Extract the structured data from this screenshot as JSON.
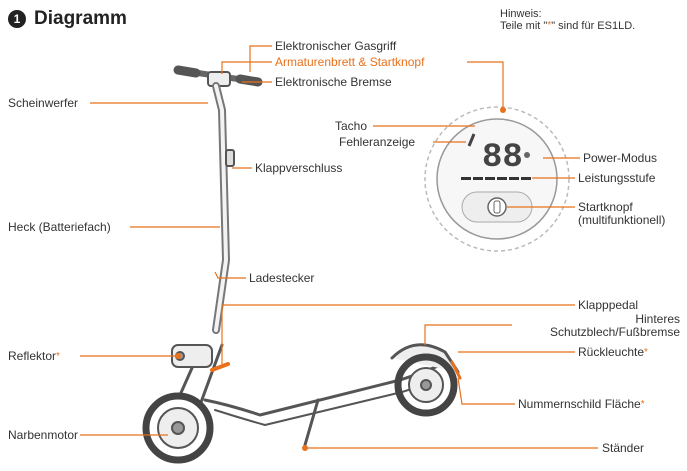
{
  "title": {
    "number": "1",
    "text": "Diagramm"
  },
  "hint": {
    "line1": "Hinweis:",
    "line2_pre": "Teile mit \"",
    "star": "*",
    "line2_post": "\" sind für ES1LD."
  },
  "labels": {
    "gasgriff": "Elektronischer Gasgriff",
    "armaturenbrett": "Armaturenbrett & Startknopf",
    "bremse": "Elektronische Bremse",
    "scheinwerfer": "Scheinwerfer",
    "klappverschluss": "Klappverschluss",
    "heck": "Heck (Batteriefach)",
    "ladestecker": "Ladestecker",
    "reflektor": "Reflektor",
    "narbenmotor": "Narbenmotor",
    "klapppedal": "Klapppedal",
    "schutzblech_1": "Hinteres",
    "schutzblech_2": "Schutzblech/Fußbremse",
    "rueckleuchte": "Rückleuchte",
    "nummernschild": "Nummernschild Fläche",
    "staender": "Ständer",
    "tacho": "Tacho",
    "fehleranzeige": "Fehleranzeige",
    "power_modus": "Power-Modus",
    "leistungsstufe": "Leistungsstufe",
    "startknopf_1": "Startknopf",
    "startknopf_2": "(multifunktionell)"
  },
  "star": "*",
  "display": {
    "speed": "88"
  },
  "colors": {
    "accent": "#e8711c",
    "line": "#e8711c",
    "scooter": "#555555"
  }
}
